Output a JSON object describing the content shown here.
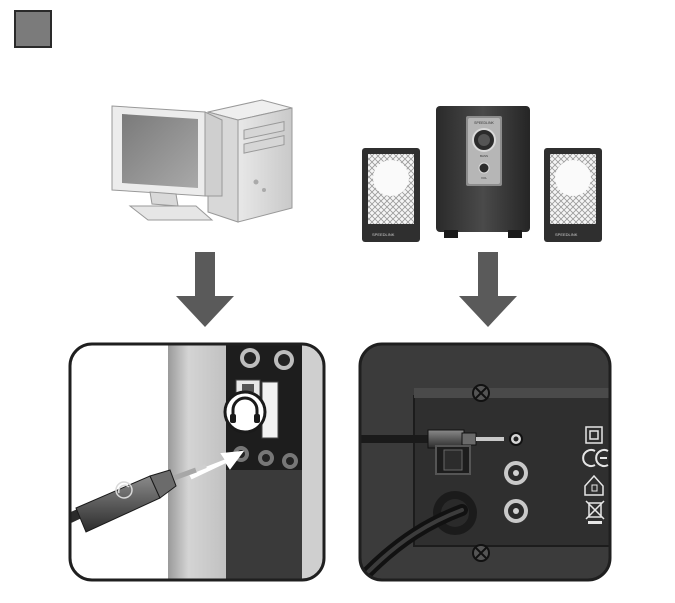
{
  "step": {
    "number": ""
  },
  "speaker_brand": "SPEEDLINK",
  "sub_knob_labels": {
    "upper": "BASS",
    "lower": "VOL"
  },
  "colors": {
    "badge": "#7b7b7b",
    "arrow": "#5a5a5a",
    "panel_dark": "#3b3b3b",
    "outline": "#1f1f1f"
  },
  "icons": [
    "desktop-computer-icon",
    "speaker-system-icon",
    "down-arrow-icon",
    "headphone-port-icon",
    "audio-jack-plug-icon",
    "ce-mark-icon",
    "indoor-use-icon",
    "weee-bin-icon",
    "double-insulation-icon"
  ]
}
